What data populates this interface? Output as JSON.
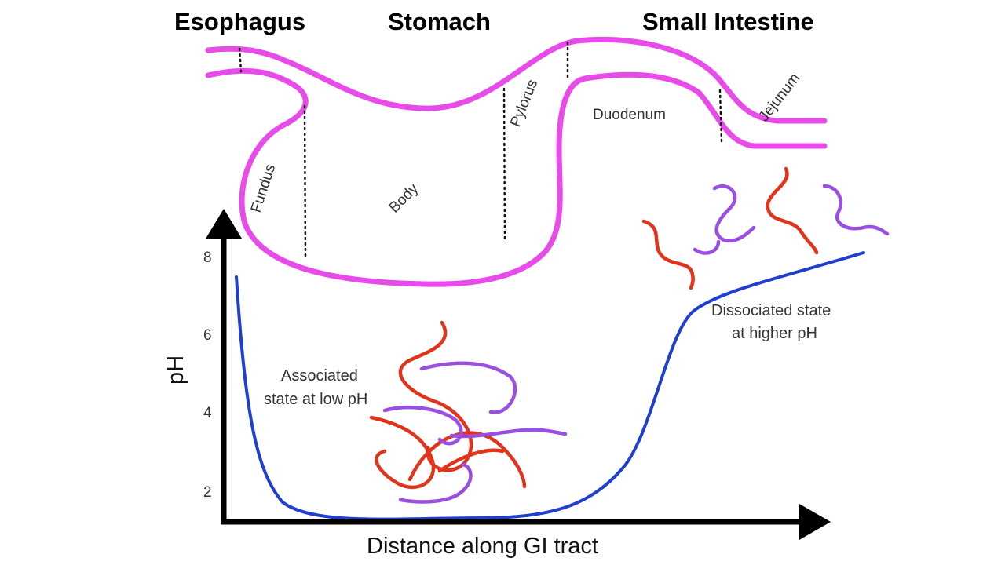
{
  "regions": {
    "esophagus": "Esophagus",
    "stomach": "Stomach",
    "small_intestine": "Small Intestine"
  },
  "parts": {
    "fundus": "Fundus",
    "body": "Body",
    "pylorus": "Pylorus",
    "duodenum": "Duodenum",
    "jejunum": "Jejunum"
  },
  "annotations": {
    "associated_line1": "Associated",
    "associated_line2": "state at low pH",
    "dissociated_line1": "Dissociated state",
    "dissociated_line2": "at higher pH"
  },
  "axes": {
    "y_title": "pH",
    "x_title": "Distance along GI tract",
    "y_ticks": [
      "8",
      "6",
      "4",
      "2"
    ]
  },
  "colors": {
    "tract": "#e84ce8",
    "ph_curve": "#1f3fd0",
    "polymer_red": "#e0341c",
    "polymer_purple": "#9b4fe0",
    "axis": "#000000"
  }
}
